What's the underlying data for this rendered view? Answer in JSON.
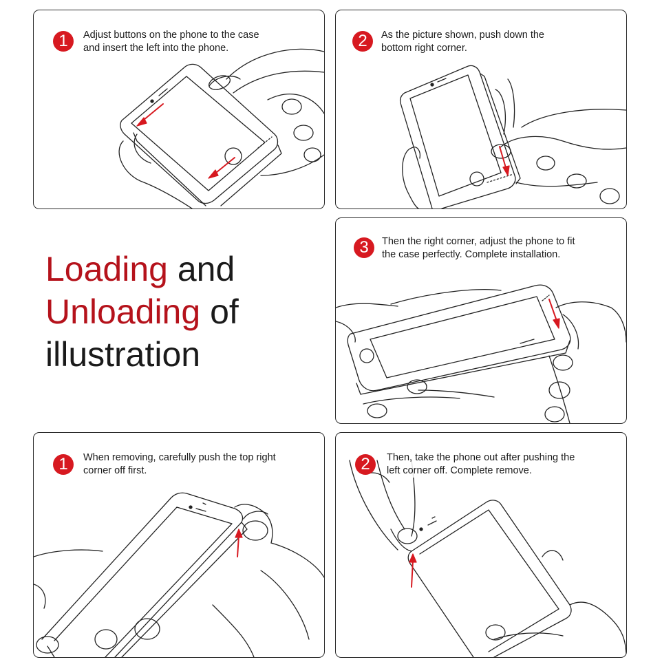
{
  "title": {
    "line1_red": "Loading",
    "line1_rest": " and",
    "line2_red": "Unloading",
    "line2_rest": " of",
    "line3": "illustration"
  },
  "colors": {
    "accent": "#d71920",
    "title_red": "#b5121b",
    "ink": "#1a1a1a"
  },
  "steps": [
    {
      "id": "load-1",
      "number": "1",
      "caption_line1": "Adjust buttons on the phone to the case",
      "caption_line2": "and insert the left into the phone."
    },
    {
      "id": "load-2",
      "number": "2",
      "caption_line1": "As the picture shown, push down the",
      "caption_line2": "bottom right corner."
    },
    {
      "id": "load-3",
      "number": "3",
      "caption_line1": "Then the right corner, adjust the phone to fit",
      "caption_line2": "the case perfectly. Complete installation."
    },
    {
      "id": "remove-1",
      "number": "1",
      "caption_line1": "When removing, carefully push the top right",
      "caption_line2": "corner off first."
    },
    {
      "id": "remove-2",
      "number": "2",
      "caption_line1": "Then, take the phone out after pushing the",
      "caption_line2": "left corner off.  Complete remove."
    }
  ]
}
